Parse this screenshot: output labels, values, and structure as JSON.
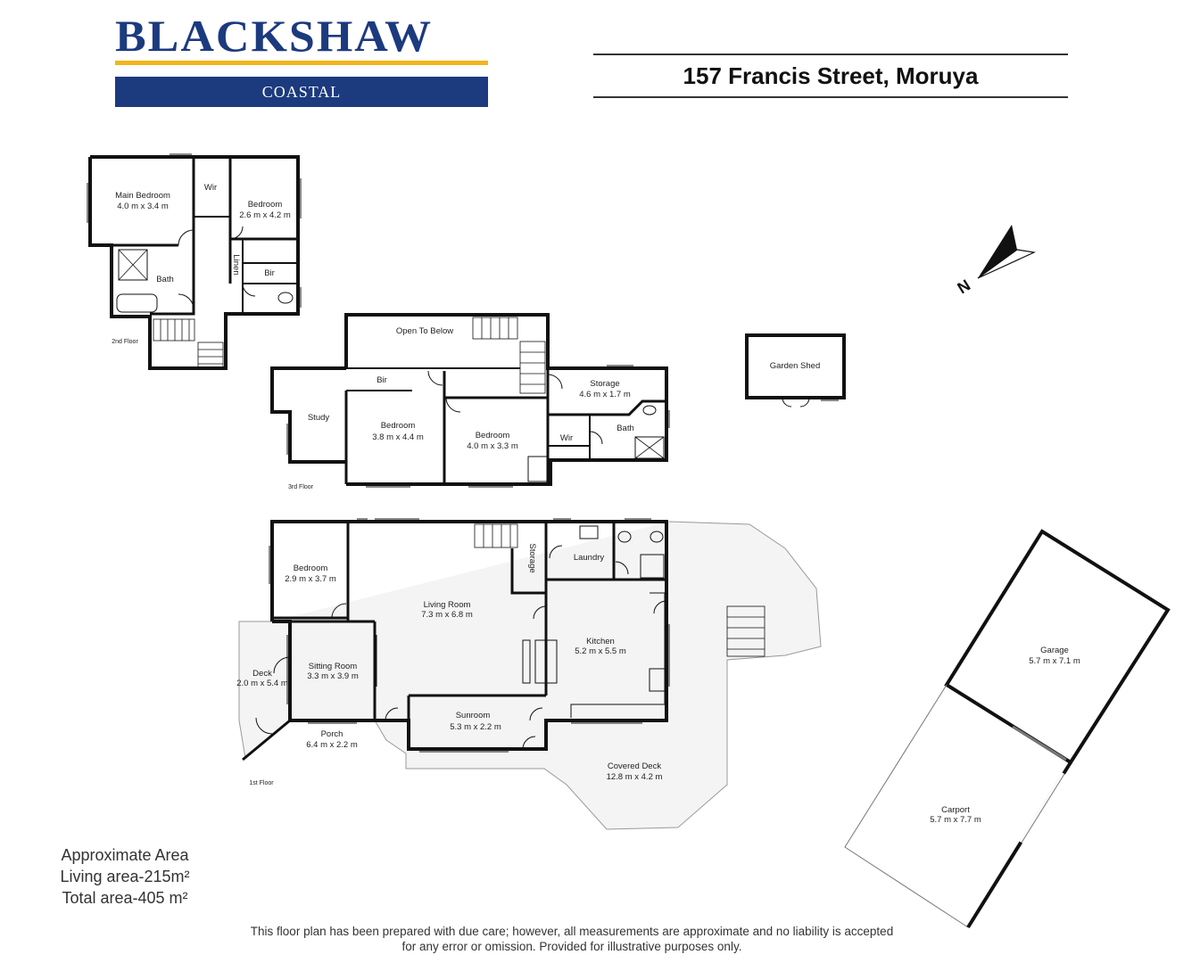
{
  "brand": {
    "name": "BLACKSHAW",
    "sub": "COASTAL",
    "primary_color": "#1c3a7e",
    "accent_color": "#f3b51c"
  },
  "address": "157 Francis Street, Moruya",
  "compass": {
    "label": "N"
  },
  "floors": {
    "second": {
      "label": "2nd Floor",
      "rooms": {
        "main_bedroom": {
          "name": "Main Bedroom",
          "size": "4.0 m x 3.4 m"
        },
        "wir": {
          "name": "Wir"
        },
        "bedroom": {
          "name": "Bedroom",
          "size": "2.6 m x 4.2 m"
        },
        "linen": {
          "name": "Linen"
        },
        "bir": {
          "name": "Bir"
        },
        "bath": {
          "name": "Bath"
        }
      }
    },
    "third": {
      "label": "3rd Floor",
      "rooms": {
        "open_to_below": {
          "name": "Open To Below"
        },
        "bir": {
          "name": "Bir"
        },
        "storage": {
          "name": "Storage",
          "size": "4.6 m x 1.7 m"
        },
        "study": {
          "name": "Study"
        },
        "bedroom1": {
          "name": "Bedroom",
          "size": "3.8 m x 4.4 m"
        },
        "bedroom2": {
          "name": "Bedroom",
          "size": "4.0 m x 3.3 m"
        },
        "wir": {
          "name": "Wir"
        },
        "bath": {
          "name": "Bath"
        }
      }
    },
    "first": {
      "label": "1st Floor",
      "rooms": {
        "bedroom": {
          "name": "Bedroom",
          "size": "2.9 m x 3.7 m"
        },
        "storage": {
          "name": "Storage"
        },
        "laundry": {
          "name": "Laundry"
        },
        "living": {
          "name": "Living Room",
          "size": "7.3 m x 6.8 m"
        },
        "kitchen": {
          "name": "Kitchen",
          "size": "5.2 m x 5.5 m"
        },
        "deck": {
          "name": "Deck",
          "size": "2.0 m x 5.4 m"
        },
        "sitting": {
          "name": "Sitting Room",
          "size": "3.3 m x 3.9 m"
        },
        "sunroom": {
          "name": "Sunroom",
          "size": "5.3 m x 2.2 m"
        },
        "porch": {
          "name": "Porch",
          "size": "6.4 m x 2.2 m"
        },
        "covered_deck": {
          "name": "Covered Deck",
          "size": "12.8 m x 4.2 m"
        }
      }
    }
  },
  "outbuildings": {
    "garden_shed": {
      "name": "Garden Shed"
    },
    "garage": {
      "name": "Garage",
      "size": "5.7 m x 7.1 m"
    },
    "carport": {
      "name": "Carport",
      "size": "5.7 m x 7.7 m"
    }
  },
  "area": {
    "title": "Approximate Area",
    "living": "Living area-215m²",
    "total": "Total area-405 m²"
  },
  "disclaimer": {
    "line1": "This floor plan has been prepared with due care; however, all measurements are approximate and no liability is accepted",
    "line2": "for any error or omission. Provided for illustrative purposes only."
  }
}
